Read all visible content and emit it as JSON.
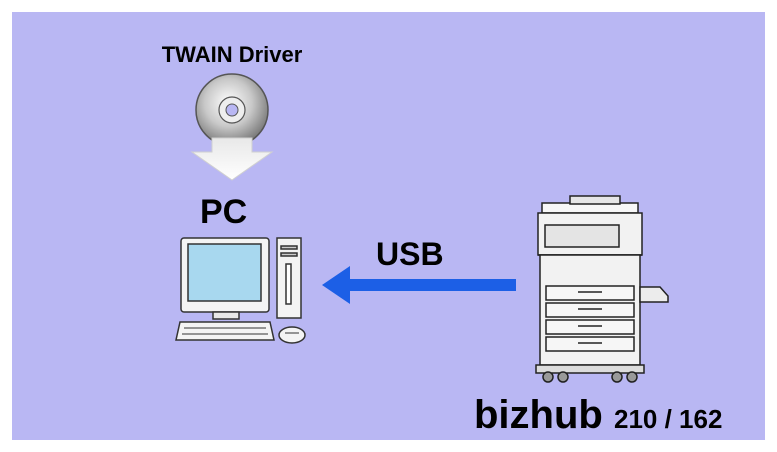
{
  "diagram": {
    "driver_label": "TWAIN Driver",
    "pc_label": "PC",
    "connection_label": "USB",
    "device_brand": "bizhub",
    "device_model": "210 / 162"
  },
  "icons": [
    "cd-disc-icon",
    "down-arrow-icon",
    "desktop-pc-icon",
    "usb-arrow-icon",
    "copier-icon"
  ],
  "colors": {
    "background": "#b9b7f3",
    "arrow": "#1c5fe6",
    "screen": "#a8d8ef"
  }
}
